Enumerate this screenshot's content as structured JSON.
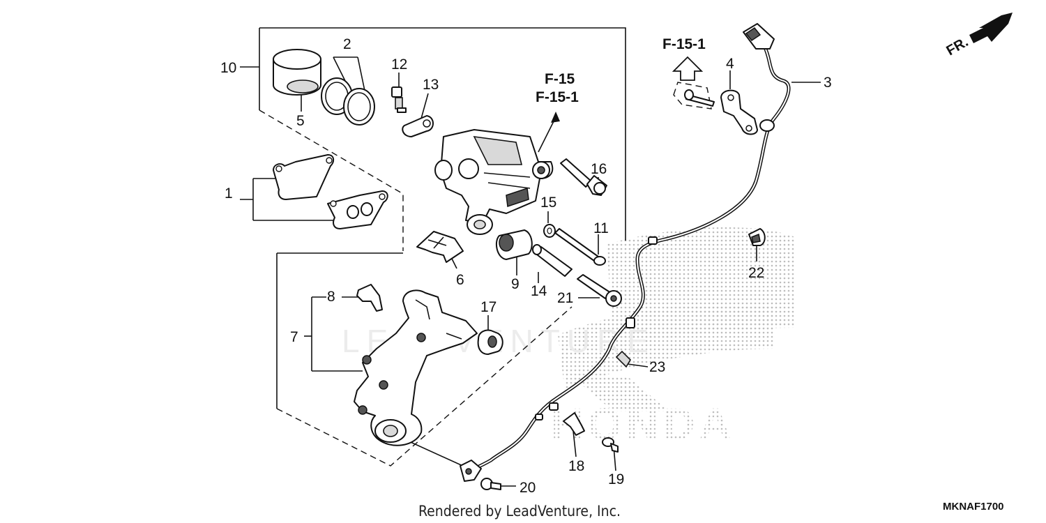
{
  "diagram": {
    "parts": [
      {
        "id": "p1",
        "label": "1"
      },
      {
        "id": "p2",
        "label": "2"
      },
      {
        "id": "p3",
        "label": "3"
      },
      {
        "id": "p4",
        "label": "4"
      },
      {
        "id": "p5",
        "label": "5"
      },
      {
        "id": "p6",
        "label": "6"
      },
      {
        "id": "p7",
        "label": "7"
      },
      {
        "id": "p8",
        "label": "8"
      },
      {
        "id": "p9",
        "label": "9"
      },
      {
        "id": "p10",
        "label": "10"
      },
      {
        "id": "p11",
        "label": "11"
      },
      {
        "id": "p12",
        "label": "12"
      },
      {
        "id": "p13",
        "label": "13"
      },
      {
        "id": "p14",
        "label": "14"
      },
      {
        "id": "p15",
        "label": "15"
      },
      {
        "id": "p16",
        "label": "16"
      },
      {
        "id": "p17",
        "label": "17"
      },
      {
        "id": "p18",
        "label": "18"
      },
      {
        "id": "p19",
        "label": "19"
      },
      {
        "id": "p20",
        "label": "20"
      },
      {
        "id": "p21",
        "label": "21"
      },
      {
        "id": "p22",
        "label": "22"
      },
      {
        "id": "p23",
        "label": "23"
      }
    ],
    "references": {
      "caliper_ref_1": "F-15",
      "caliper_ref_2": "F-15-1",
      "sensor_ref": "F-15-1"
    },
    "front_indicator": "FR.",
    "credit": "Rendered by LeadVenture, Inc.",
    "diagram_code": "MKNAF1700",
    "watermark_brand": "HONDA",
    "watermark_text": "LEADVENTURE"
  }
}
